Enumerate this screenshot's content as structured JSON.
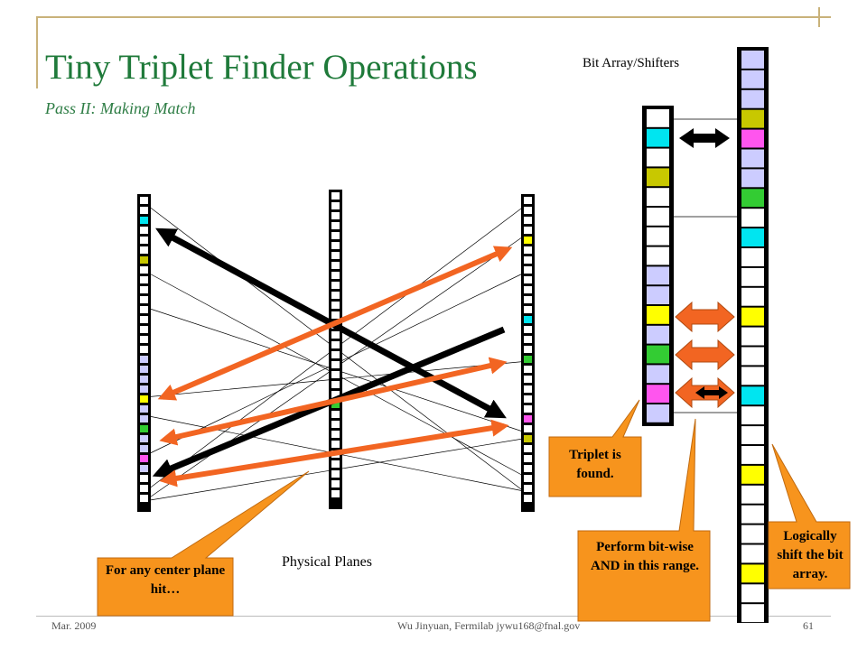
{
  "slide": {
    "title": "Tiny Triplet Finder Operations",
    "subtitle": "Pass II: Making Match",
    "bit_array_label": "Bit Array/Shifters",
    "physical_planes_label": "Physical Planes"
  },
  "callouts": {
    "center_hit": "For any center plane hit…",
    "triplet_found": "Triplet is found.",
    "bitwise_and": "Perform bit-wise AND in this range.",
    "logical_shift": "Logically shift the bit array."
  },
  "footer": {
    "date": "Mar. 2009",
    "author": "Wu Jinyuan, Fermilab jywu168@fnal.gov",
    "page": "61"
  },
  "colors": {
    "title_green": "#1f7a3a",
    "callout_orange": "#f7941d",
    "arrow_orange": "#f26522",
    "hit_cyan": "#00e5f0",
    "hit_olive": "#c8c800",
    "hit_yellow": "#ffff00",
    "hit_green": "#33cc33",
    "hit_magenta": "#ff55ee",
    "range_lavender": "#ccccff"
  }
}
